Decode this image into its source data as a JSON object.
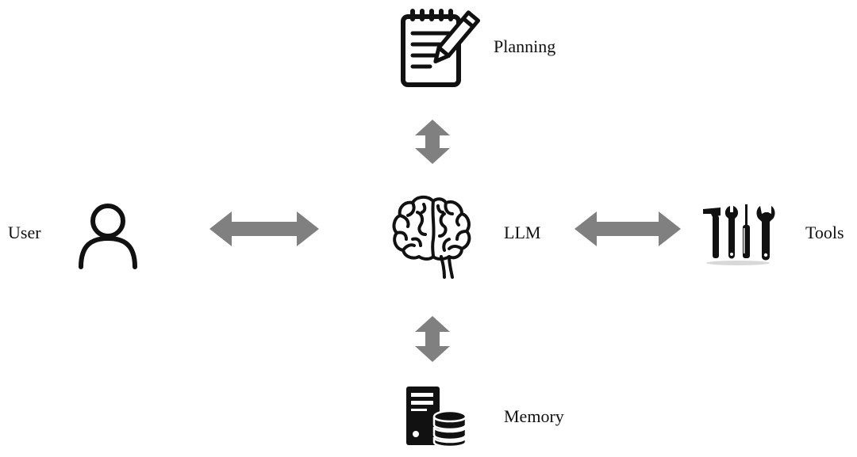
{
  "labels": {
    "user": "User",
    "llm": "LLM",
    "planning": "Planning",
    "memory": "Memory",
    "tools": "Tools"
  },
  "icons": {
    "user": "person-icon",
    "llm": "brain-icon",
    "planning": "notepad-pencil-icon",
    "memory": "server-database-icon",
    "tools": "hammer-wrench-screwdriver-icon"
  },
  "colors": {
    "arrow": "#808080",
    "icon": "#111111",
    "text": "#111111"
  }
}
